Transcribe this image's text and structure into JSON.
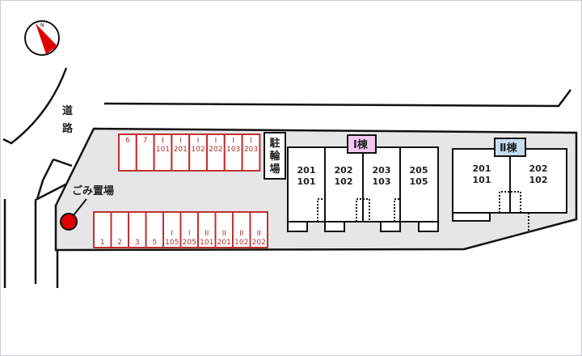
{
  "compass": {
    "north_label": "N"
  },
  "road": {
    "label_line1": "道",
    "label_line2": "路"
  },
  "garbage": {
    "label": "ごみ置場",
    "color": "#e00000"
  },
  "bicycle_parking": {
    "label": [
      "駐",
      "輪",
      "場"
    ]
  },
  "parking_upper": [
    {
      "bldg": "",
      "unit": "6"
    },
    {
      "bldg": "",
      "unit": "7"
    },
    {
      "bldg": "I",
      "unit": "101"
    },
    {
      "bldg": "I",
      "unit": "201"
    },
    {
      "bldg": "I",
      "unit": "102"
    },
    {
      "bldg": "I",
      "unit": "202"
    },
    {
      "bldg": "I",
      "unit": "103"
    },
    {
      "bldg": "I",
      "unit": "203"
    }
  ],
  "parking_lower": [
    {
      "bldg": "",
      "unit": "1"
    },
    {
      "bldg": "",
      "unit": "2"
    },
    {
      "bldg": "",
      "unit": "3"
    },
    {
      "bldg": "",
      "unit": "5"
    },
    {
      "bldg": "I",
      "unit": "105"
    },
    {
      "bldg": "I",
      "unit": "205"
    },
    {
      "bldg": "II",
      "unit": "101"
    },
    {
      "bldg": "II",
      "unit": "201"
    },
    {
      "bldg": "II",
      "unit": "102"
    },
    {
      "bldg": "II",
      "unit": "202"
    }
  ],
  "building1": {
    "label": "Ⅰ棟",
    "color": "#f0c8f0",
    "units": [
      [
        "201",
        "101"
      ],
      [
        "202",
        "102"
      ],
      [
        "203",
        "103"
      ],
      [
        "205",
        "105"
      ]
    ]
  },
  "building2": {
    "label": "Ⅱ棟",
    "color": "#c8dcf0",
    "units": [
      [
        "201",
        "101"
      ],
      [
        "202",
        "102"
      ]
    ]
  },
  "colors": {
    "lot": "#e6e6e6",
    "parking": "#c03030"
  }
}
